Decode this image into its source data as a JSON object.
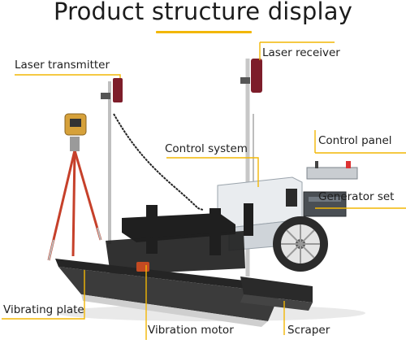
{
  "title": "Product structure display",
  "accent_color": "#f2b705",
  "labels": {
    "laser_transmitter": "Laser transmitter",
    "laser_receiver": "Laser receiver",
    "control_system": "Control system",
    "control_panel": "Control panel",
    "generator_set": "Generator set",
    "vibrating_plate": "Vibrating plate",
    "vibration_motor": "Vibration motor",
    "scraper": "Scraper"
  }
}
